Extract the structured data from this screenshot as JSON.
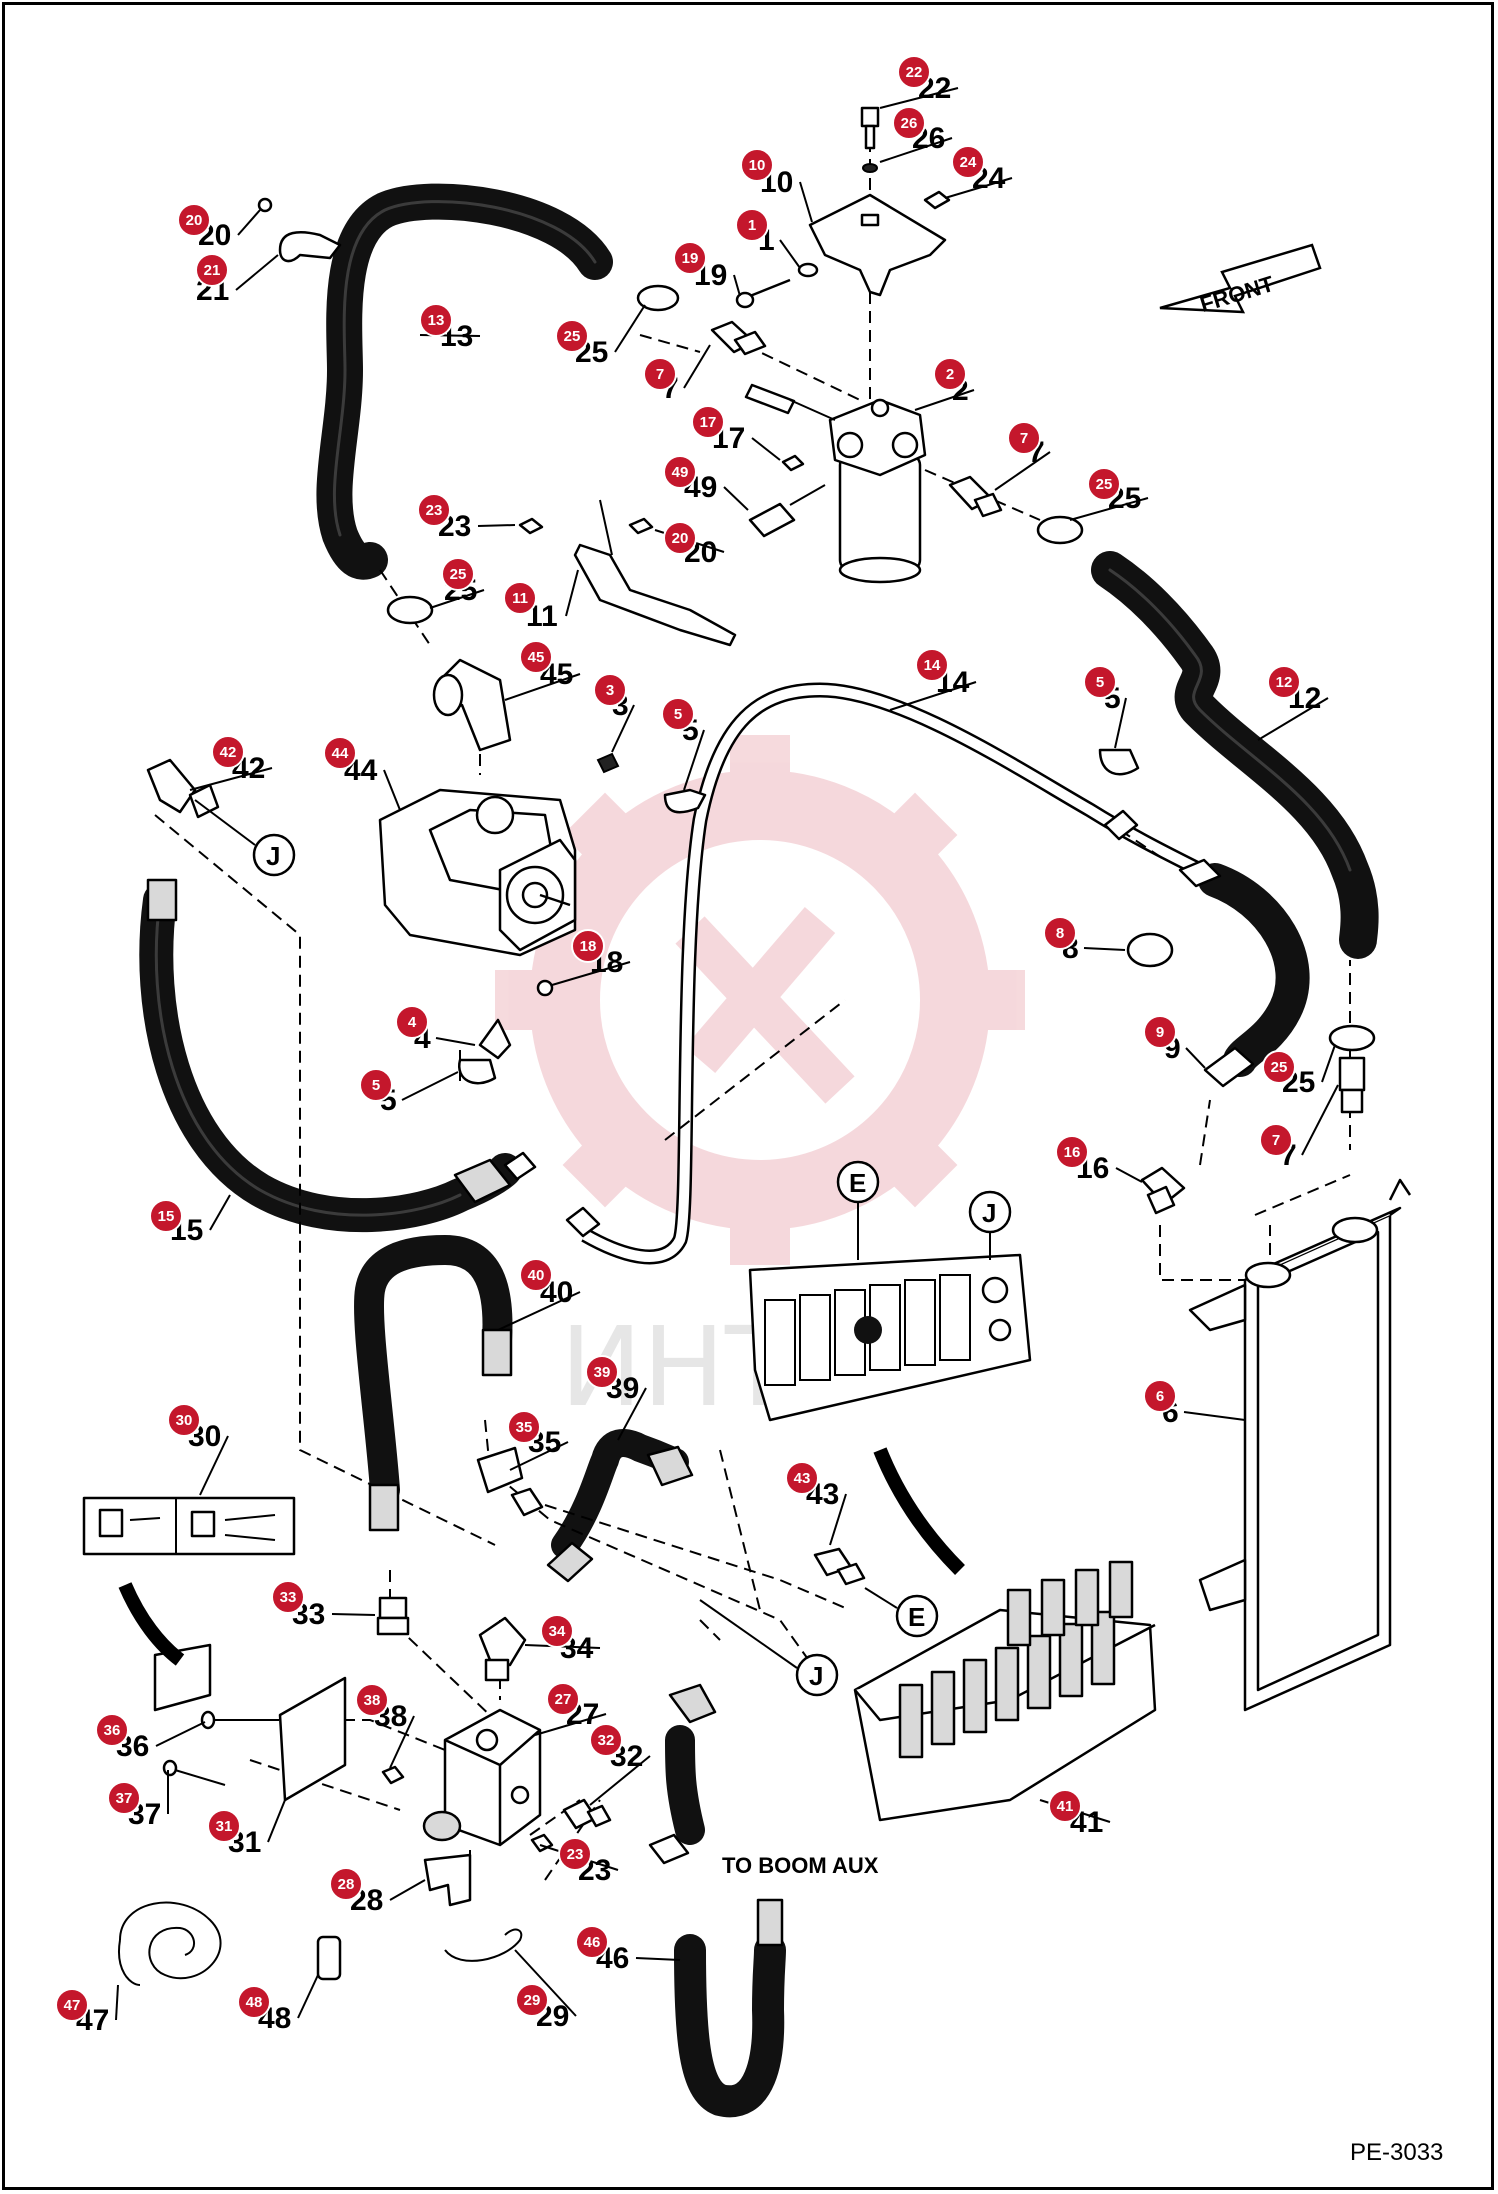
{
  "document_id": "PE-3033",
  "front_label": "FRONT",
  "boom_label": "TO BOOM AUX",
  "watermark_text": "ИНТ",
  "accent_color": "#c4172c",
  "callout_letters": [
    "J",
    "E"
  ],
  "parts": [
    {
      "num": "1",
      "label": "1"
    },
    {
      "num": "2",
      "label": "2"
    },
    {
      "num": "3",
      "label": "3"
    },
    {
      "num": "4",
      "label": "4"
    },
    {
      "num": "5",
      "label": "5"
    },
    {
      "num": "6",
      "label": "6"
    },
    {
      "num": "7",
      "label": "7"
    },
    {
      "num": "8",
      "label": "8"
    },
    {
      "num": "9",
      "label": "9"
    },
    {
      "num": "10",
      "label": "10"
    },
    {
      "num": "11",
      "label": "11"
    },
    {
      "num": "12",
      "label": "12"
    },
    {
      "num": "13",
      "label": "13"
    },
    {
      "num": "14",
      "label": "14"
    },
    {
      "num": "15",
      "label": "15"
    },
    {
      "num": "16",
      "label": "16"
    },
    {
      "num": "17",
      "label": "17"
    },
    {
      "num": "18",
      "label": "18"
    },
    {
      "num": "19",
      "label": "19"
    },
    {
      "num": "20",
      "label": "20"
    },
    {
      "num": "21",
      "label": "21"
    },
    {
      "num": "22",
      "label": "22"
    },
    {
      "num": "23",
      "label": "23"
    },
    {
      "num": "24",
      "label": "24"
    },
    {
      "num": "25",
      "label": "25"
    },
    {
      "num": "26",
      "label": "26"
    },
    {
      "num": "27",
      "label": "27"
    },
    {
      "num": "28",
      "label": "28"
    },
    {
      "num": "29",
      "label": "29"
    },
    {
      "num": "30",
      "label": "30"
    },
    {
      "num": "31",
      "label": "31"
    },
    {
      "num": "32",
      "label": "32"
    },
    {
      "num": "33",
      "label": "33"
    },
    {
      "num": "34",
      "label": "34"
    },
    {
      "num": "35",
      "label": "35"
    },
    {
      "num": "36",
      "label": "36"
    },
    {
      "num": "37",
      "label": "37"
    },
    {
      "num": "38",
      "label": "38"
    },
    {
      "num": "39",
      "label": "39"
    },
    {
      "num": "40",
      "label": "40"
    },
    {
      "num": "41",
      "label": "41"
    },
    {
      "num": "42",
      "label": "42"
    },
    {
      "num": "43",
      "label": "43"
    },
    {
      "num": "44",
      "label": "44"
    },
    {
      "num": "45",
      "label": "45"
    },
    {
      "num": "46",
      "label": "46"
    },
    {
      "num": "47",
      "label": "47"
    },
    {
      "num": "48",
      "label": "48"
    },
    {
      "num": "49",
      "label": "49"
    }
  ]
}
